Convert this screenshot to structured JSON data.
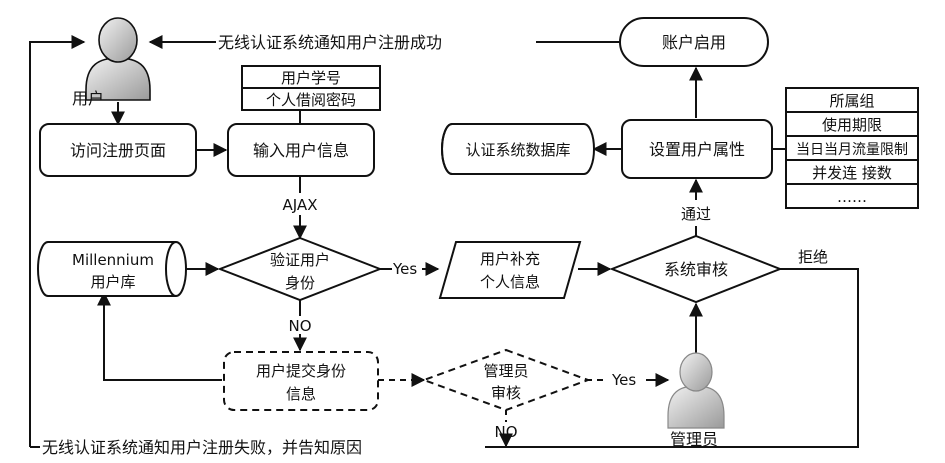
{
  "nodes": {
    "user_label": "用户",
    "visit_page": "访问注册页面",
    "input_info": "输入用户信息",
    "input_fields": [
      "用户学号",
      "个人借阅密码"
    ],
    "ajax": "AJAX",
    "millennium": [
      "Millennium",
      "用户库"
    ],
    "verify": [
      "验证用户",
      "身份"
    ],
    "yes1": "Yes",
    "no1": "NO",
    "supplement": [
      "用户补充",
      "个人信息"
    ],
    "system_review": "系统审核",
    "pass": "通过",
    "reject": "拒绝",
    "set_attr": "设置用户属性",
    "attr_fields": [
      "所属组",
      "使用期限",
      "当日当月流量限制",
      "并发连 接数",
      "……"
    ],
    "auth_db": "认证系统数据库",
    "enable": "账户启用",
    "success_msg": "无线认证系统通知用户注册成功",
    "submit_identity": [
      "用户提交身份",
      "信息"
    ],
    "admin_review": [
      "管理员",
      "审核"
    ],
    "yes2": "Yes",
    "no2": "NO",
    "admin_label": "管理员",
    "fail_msg": "无线认证系统通知用户注册失败，并告知原因"
  }
}
